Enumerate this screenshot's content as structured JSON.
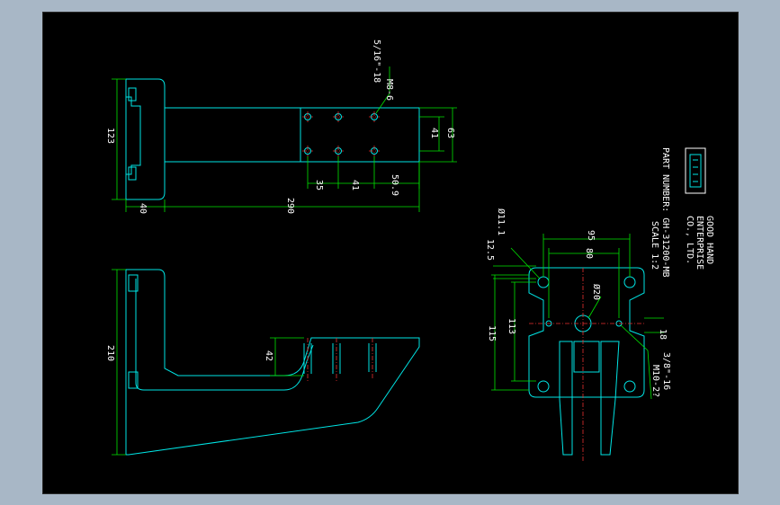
{
  "colors": {
    "background": "#a8b7c6",
    "sheet": "#000000",
    "outline": "#00e5e5",
    "dimension": "#00e400",
    "centerline": "#e83030",
    "text": "#ffffff"
  },
  "top_view": {
    "callout_line1": "M8-6",
    "callout_line2": "5/16\"-18",
    "dim_height_left": "123",
    "dim_41_right": "41",
    "dim_63": "63",
    "dim_35": "35",
    "dim_41_bottom": "41",
    "dim_50_9": "50.9",
    "dim_40": "40",
    "dim_290": "290"
  },
  "side_view": {
    "dim_210": "210",
    "dim_42": "42"
  },
  "end_view": {
    "dim_95": "95",
    "dim_80": "80",
    "dim_hole": "Ø11.1",
    "dim_12_5": "12.5",
    "dim_diameter20": "Ø20",
    "dim_113": "113",
    "dim_115": "115",
    "dim_18": "18",
    "callout_line1": "3/8\"-16",
    "callout_line2": "M10-2?"
  },
  "title_block": {
    "company_line1": "GOOD HAND",
    "company_line2": "ENTERPRISE",
    "company_line3": "CO., LTD.",
    "part_number": "PART NUMBER: GH-31200-MB",
    "scale": "SCALE 1:2"
  },
  "icons": {
    "logo": "company-logo-icon"
  }
}
